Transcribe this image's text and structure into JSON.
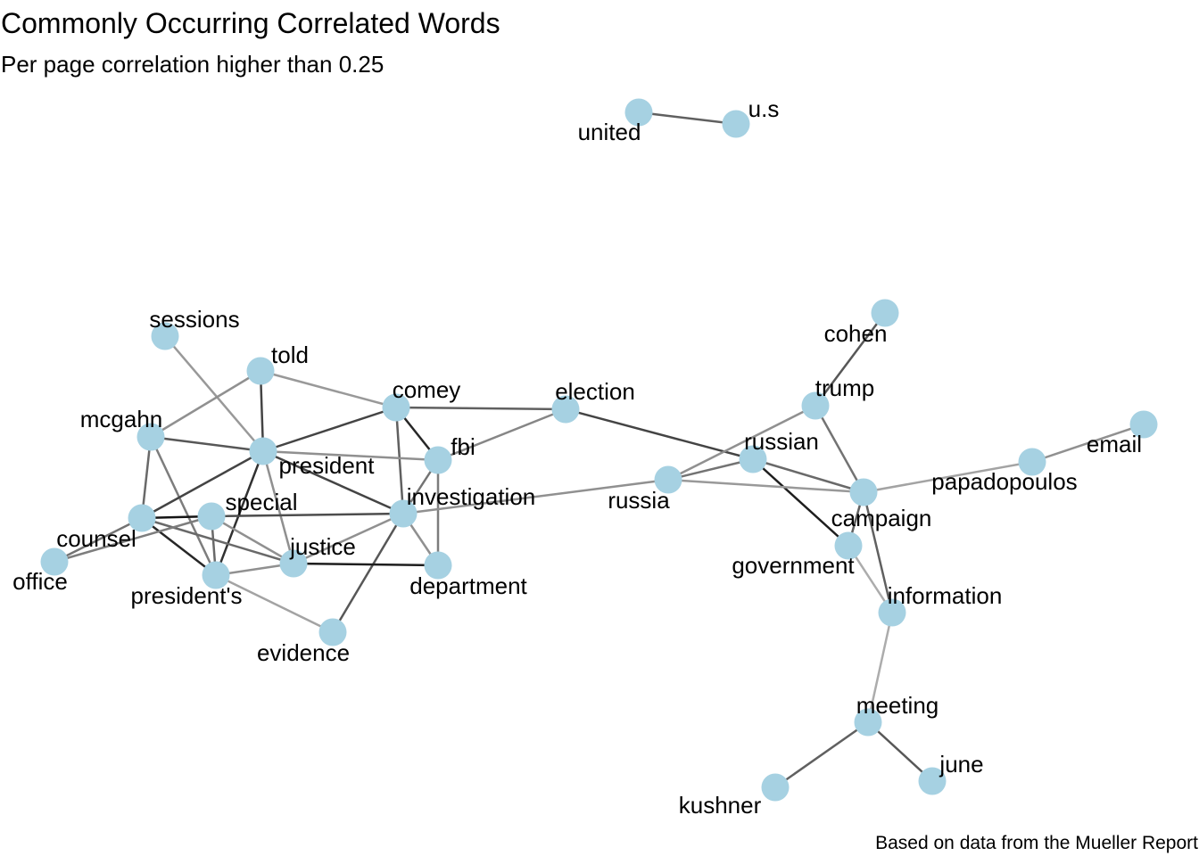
{
  "title": "Commonly Occurring Correlated Words",
  "subtitle": "Per page correlation higher than 0.25",
  "caption": "Based on data from the Mueller Report",
  "colors": {
    "node": "#a6d1e2",
    "background": "#ffffff",
    "label": "#000000"
  },
  "diagram": {
    "type": "network-graph",
    "nodes": [
      {
        "id": "united",
        "label": "united"
      },
      {
        "id": "u.s",
        "label": "u.s"
      },
      {
        "id": "sessions",
        "label": "sessions"
      },
      {
        "id": "told",
        "label": "told"
      },
      {
        "id": "mcgahn",
        "label": "mcgahn"
      },
      {
        "id": "comey",
        "label": "comey"
      },
      {
        "id": "election",
        "label": "election"
      },
      {
        "id": "president",
        "label": "president"
      },
      {
        "id": "fbi",
        "label": "fbi"
      },
      {
        "id": "counsel",
        "label": "counsel"
      },
      {
        "id": "special",
        "label": "special"
      },
      {
        "id": "investigation",
        "label": "investigation"
      },
      {
        "id": "office",
        "label": "office"
      },
      {
        "id": "justice",
        "label": "justice"
      },
      {
        "id": "department",
        "label": "department"
      },
      {
        "id": "president's",
        "label": "president's"
      },
      {
        "id": "evidence",
        "label": "evidence"
      },
      {
        "id": "cohen",
        "label": "cohen"
      },
      {
        "id": "trump",
        "label": "trump"
      },
      {
        "id": "russian",
        "label": "russian"
      },
      {
        "id": "russia",
        "label": "russia"
      },
      {
        "id": "campaign",
        "label": "campaign"
      },
      {
        "id": "government",
        "label": "government"
      },
      {
        "id": "papadopoulos",
        "label": "papadopoulos"
      },
      {
        "id": "email",
        "label": "email"
      },
      {
        "id": "information",
        "label": "information"
      },
      {
        "id": "meeting",
        "label": "meeting"
      },
      {
        "id": "june",
        "label": "june"
      },
      {
        "id": "kushner",
        "label": "kushner"
      }
    ],
    "edges": [
      {
        "source": "united",
        "target": "u.s",
        "strength": 0.6
      },
      {
        "source": "sessions",
        "target": "president",
        "strength": 0.3
      },
      {
        "source": "told",
        "target": "president",
        "strength": 0.75
      },
      {
        "source": "told",
        "target": "mcgahn",
        "strength": 0.35
      },
      {
        "source": "told",
        "target": "comey",
        "strength": 0.3
      },
      {
        "source": "mcgahn",
        "target": "president",
        "strength": 0.65
      },
      {
        "source": "mcgahn",
        "target": "counsel",
        "strength": 0.55
      },
      {
        "source": "mcgahn",
        "target": "president's",
        "strength": 0.45
      },
      {
        "source": "comey",
        "target": "president",
        "strength": 0.75
      },
      {
        "source": "comey",
        "target": "fbi",
        "strength": 0.9
      },
      {
        "source": "comey",
        "target": "election",
        "strength": 0.6
      },
      {
        "source": "comey",
        "target": "investigation",
        "strength": 0.6
      },
      {
        "source": "president",
        "target": "fbi",
        "strength": 0.35
      },
      {
        "source": "president",
        "target": "investigation",
        "strength": 0.75
      },
      {
        "source": "president",
        "target": "counsel",
        "strength": 0.75
      },
      {
        "source": "president",
        "target": "president's",
        "strength": 0.85
      },
      {
        "source": "president",
        "target": "justice",
        "strength": 0.35
      },
      {
        "source": "fbi",
        "target": "investigation",
        "strength": 0.5
      },
      {
        "source": "fbi",
        "target": "department",
        "strength": 0.45
      },
      {
        "source": "fbi",
        "target": "election",
        "strength": 0.4
      },
      {
        "source": "counsel",
        "target": "special",
        "strength": 1.0
      },
      {
        "source": "counsel",
        "target": "office",
        "strength": 0.5
      },
      {
        "source": "counsel",
        "target": "president's",
        "strength": 0.9
      },
      {
        "source": "counsel",
        "target": "justice",
        "strength": 0.55
      },
      {
        "source": "special",
        "target": "office",
        "strength": 0.45
      },
      {
        "source": "special",
        "target": "investigation",
        "strength": 0.7
      },
      {
        "source": "special",
        "target": "president's",
        "strength": 0.55
      },
      {
        "source": "special",
        "target": "justice",
        "strength": 0.35
      },
      {
        "source": "investigation",
        "target": "department",
        "strength": 0.35
      },
      {
        "source": "investigation",
        "target": "justice",
        "strength": 0.35
      },
      {
        "source": "investigation",
        "target": "evidence",
        "strength": 0.65
      },
      {
        "source": "investigation",
        "target": "russia",
        "strength": 0.35
      },
      {
        "source": "justice",
        "target": "department",
        "strength": 0.95
      },
      {
        "source": "president's",
        "target": "justice",
        "strength": 0.35
      },
      {
        "source": "president's",
        "target": "evidence",
        "strength": 0.25
      },
      {
        "source": "election",
        "target": "russian",
        "strength": 0.75
      },
      {
        "source": "cohen",
        "target": "trump",
        "strength": 0.65
      },
      {
        "source": "trump",
        "target": "russia",
        "strength": 0.35
      },
      {
        "source": "trump",
        "target": "campaign",
        "strength": 0.5
      },
      {
        "source": "russian",
        "target": "russia",
        "strength": 0.5
      },
      {
        "source": "russian",
        "target": "campaign",
        "strength": 0.55
      },
      {
        "source": "russian",
        "target": "government",
        "strength": 0.95
      },
      {
        "source": "russia",
        "target": "campaign",
        "strength": 0.3
      },
      {
        "source": "campaign",
        "target": "government",
        "strength": 0.6
      },
      {
        "source": "campaign",
        "target": "information",
        "strength": 0.6
      },
      {
        "source": "campaign",
        "target": "papadopoulos",
        "strength": 0.25
      },
      {
        "source": "government",
        "target": "information",
        "strength": 0.2
      },
      {
        "source": "papadopoulos",
        "target": "email",
        "strength": 0.35
      },
      {
        "source": "information",
        "target": "meeting",
        "strength": 0.2
      },
      {
        "source": "meeting",
        "target": "june",
        "strength": 0.65
      },
      {
        "source": "meeting",
        "target": "kushner",
        "strength": 0.6
      }
    ]
  }
}
